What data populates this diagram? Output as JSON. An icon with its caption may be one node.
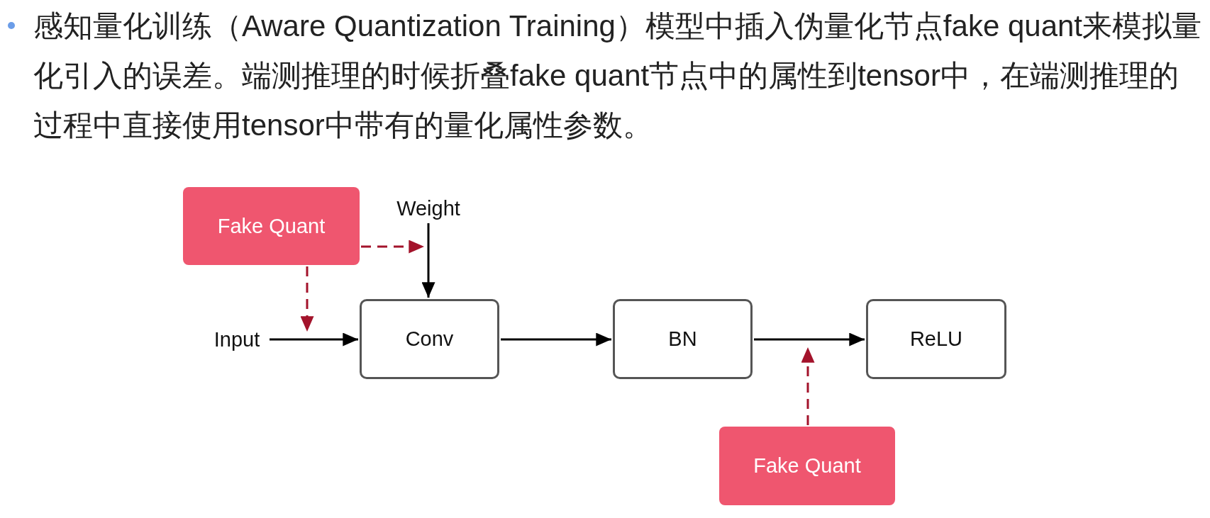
{
  "diagram": {
    "nodes": [
      {
        "text": [
          "Fake Quant"
        ]
      },
      {
        "text": [
          "Weight"
        ]
      },
      {
        "text": [
          "Input"
        ]
      },
      {
        "text": [
          "Conv"
        ]
      },
      {
        "text": [
          "BN"
        ]
      },
      {
        "text": [
          "ReLU"
        ]
      },
      {
        "text": [
          "Fake Quant"
        ]
      }
    ],
    "edges": [
      {
        "from": 1,
        "to": 3,
        "arrow": "to"
      },
      {
        "from": 2,
        "to": 3,
        "arrow": "to"
      },
      {
        "from": 3,
        "to": 4,
        "arrow": "to"
      },
      {
        "from": 4,
        "to": 5,
        "arrow": "to"
      },
      {
        "from": 0,
        "to": 1,
        "arrow": "to",
        "style": "dashed",
        "color": "#a3132b"
      },
      {
        "from": 0,
        "to": null,
        "arrow": "to",
        "style": "dashed",
        "color": "#a3132b"
      },
      {
        "from": 6,
        "to": null,
        "arrow": "to",
        "style": "dashed",
        "color": "#a3132b"
      }
    ],
    "labels": [
      "感知量化训练（Aware Quantization Training）模型中插入伪量化节点fake quant来模拟量化引入的误差。端测推理的时候折叠fake quant节点中的属性到tensor中，在端测推理的过程中直接使用tensor中带有的量化属性参数。"
    ]
  }
}
